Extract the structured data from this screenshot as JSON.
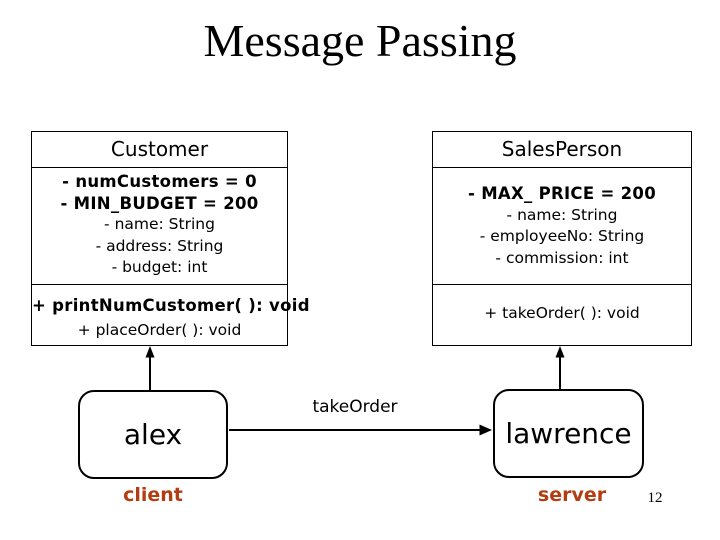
{
  "slide": {
    "title": "Message Passing",
    "page_number": "12"
  },
  "colors": {
    "ink": "#000000",
    "role_label": "#b33d12"
  },
  "classes": [
    {
      "name": "Customer",
      "attributes": [
        {
          "text": "- numCustomers = 0",
          "bold": true
        },
        {
          "text": "- MIN_BUDGET = 200",
          "bold": true
        },
        {
          "text": "- name: String",
          "bold": false
        },
        {
          "text": "- address: String",
          "bold": false
        },
        {
          "text": "- budget: int",
          "bold": false
        }
      ],
      "methods": [
        {
          "text": "+ printNumCustomer( ): void",
          "bold": true
        },
        {
          "text": "+ placeOrder( ): void",
          "bold": false
        }
      ]
    },
    {
      "name": "SalesPerson",
      "attributes": [
        {
          "text": "- MAX_ PRICE = 200",
          "bold": true
        },
        {
          "text": "- name: String",
          "bold": false
        },
        {
          "text": "- employeeNo: String",
          "bold": false
        },
        {
          "text": "- commission: int",
          "bold": false
        }
      ],
      "methods": [
        {
          "text": "+ takeOrder( ): void",
          "bold": false
        }
      ]
    }
  ],
  "objects": [
    {
      "name": "alex",
      "role": "client"
    },
    {
      "name": "lawrence",
      "role": "server"
    }
  ],
  "message_arrow": {
    "label": "takeOrder"
  }
}
